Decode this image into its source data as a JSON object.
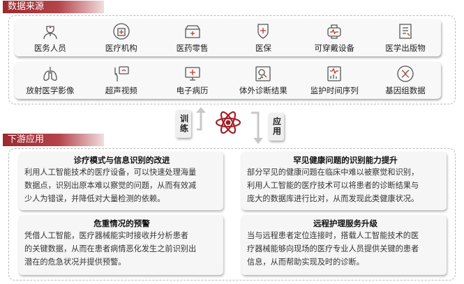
{
  "sections": {
    "data_source": "数据来源",
    "downstream": "下游应用"
  },
  "sources_row1": [
    {
      "label": "医务人员",
      "icon": "doctor-icon"
    },
    {
      "label": "医疗机构",
      "icon": "hospital-icon"
    },
    {
      "label": "医药零售",
      "icon": "pharmacy-icon"
    },
    {
      "label": "医保",
      "icon": "insurance-shield-icon"
    },
    {
      "label": "可穿戴设备",
      "icon": "wearable-watch-icon"
    },
    {
      "label": "医学出版物",
      "icon": "publication-icon"
    }
  ],
  "sources_row2": [
    {
      "label": "放射医学影像",
      "icon": "lungs-xray-icon"
    },
    {
      "label": "超声视频",
      "icon": "ultrasound-icon"
    },
    {
      "label": "电子病历",
      "icon": "monitor-record-icon"
    },
    {
      "label": "体外诊断结果",
      "icon": "lab-test-icon"
    },
    {
      "label": "监护时间序列",
      "icon": "monitor-chart-icon"
    },
    {
      "label": "基因组数据",
      "icon": "dna-icon"
    }
  ],
  "center": {
    "train": "训练",
    "apply": "应用",
    "icon": "ai-atom-icon"
  },
  "applications": [
    {
      "title": "诊疗模式与信息识别的改进",
      "lines": [
        "利用人工智能技术的医疗设备，可以快速处理海量",
        "数据点，识别出原本难以察觉的问题，从而有效减",
        "少人为错误，并降低对大量检测的依赖。"
      ]
    },
    {
      "title": "危重情况的预警",
      "lines": [
        "凭借人工智能，医疗器械能实时接收并分析患者",
        "的关键数据，从而在患者病情恶化发生之前识别出",
        "潜在的危急状况并提供预警。"
      ]
    },
    {
      "title": "罕见健康问题的识别能力提升",
      "lines": [
        "部分罕见的健康问题在临床中难以被察觉和识别，",
        "利用人工智能的医疗技术可以将患者的诊断结果与",
        "庞大的数据库进行比对，从而发现此类健康状况。"
      ]
    },
    {
      "title": "远程护理服务升级",
      "lines": [
        "当与远程患者定位连接时，搭载人工智能技术的医",
        "疗器械能够向现场的医疗专业人员提供关键的患者",
        "信息，从而帮助实现及时的诊断。"
      ]
    }
  ],
  "colors": {
    "accent": "#9a2a30",
    "icon_accent": "#c0392b"
  }
}
